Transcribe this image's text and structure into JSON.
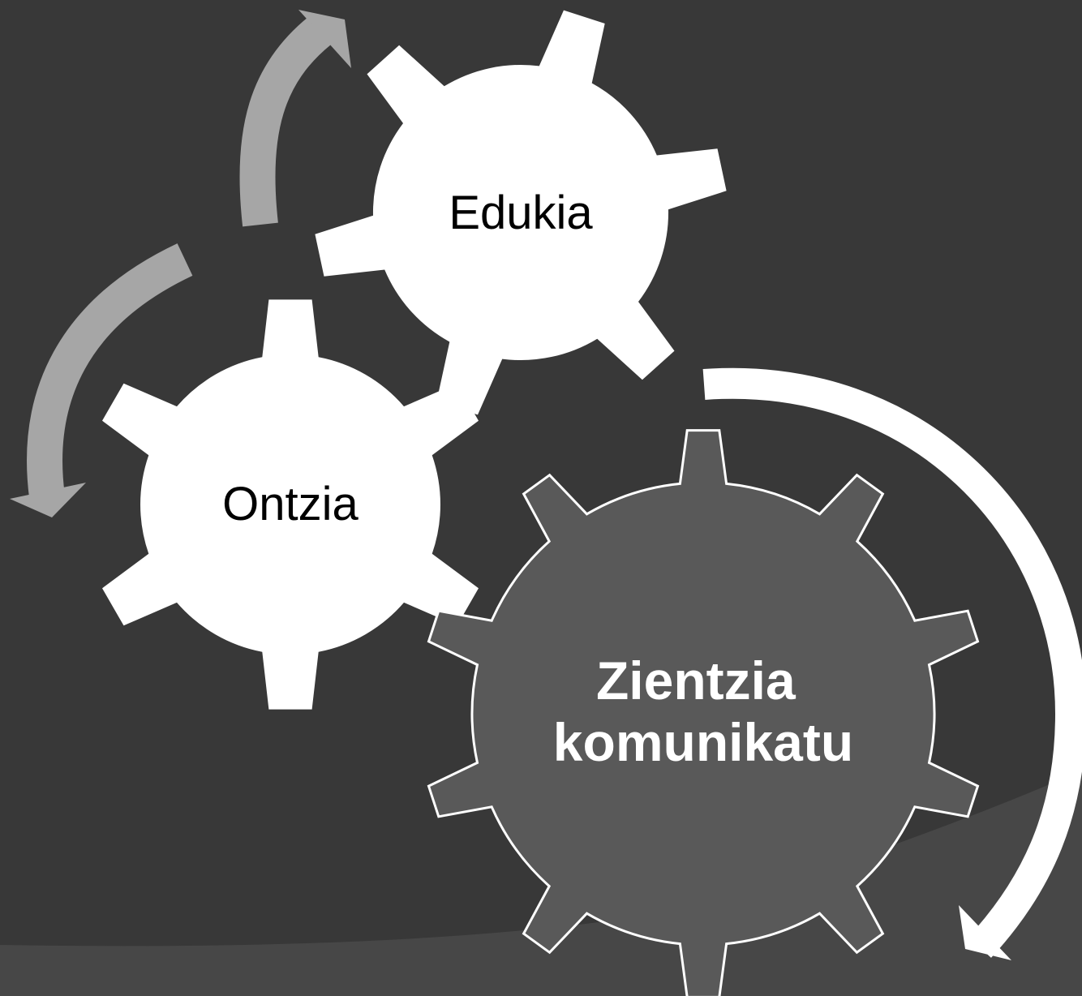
{
  "diagram": {
    "gears": [
      {
        "id": "edukia",
        "label": "Edukia",
        "style": "white"
      },
      {
        "id": "ontzia",
        "label": "Ontzia",
        "style": "white"
      },
      {
        "id": "zientzia",
        "label_lines": [
          "Zientzia",
          "komunikatu"
        ],
        "style": "dark"
      }
    ],
    "arrows": [
      {
        "id": "arrow-top-left",
        "color": "#a6a6a6"
      },
      {
        "id": "arrow-left",
        "color": "#a6a6a6"
      },
      {
        "id": "arrow-right",
        "color": "#ffffff"
      }
    ]
  },
  "colors": {
    "background": "#383838",
    "floor": "#474747",
    "gear_white": "#ffffff",
    "gear_dark": "#595959",
    "text_dark": "#000000",
    "text_light": "#ffffff",
    "arrow_gray": "#a6a6a6"
  }
}
